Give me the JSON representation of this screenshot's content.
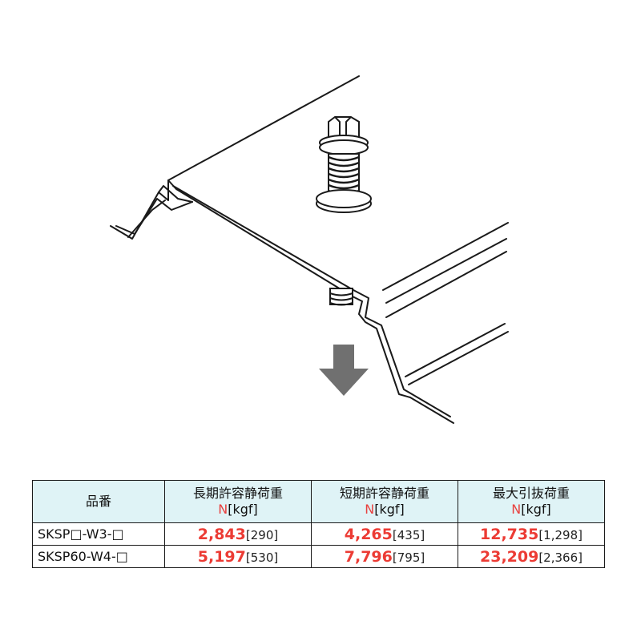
{
  "illustration": {
    "icons": [
      "roof-panel-icon",
      "bolt-icon",
      "down-arrow-icon"
    ],
    "colors": {
      "line": "#1a1a1a",
      "arrow": "#707070"
    }
  },
  "table": {
    "headers": {
      "part": "品番",
      "long_term": "長期許容静荷重",
      "short_term": "短期許容静荷重",
      "pullout": "最大引抜荷重",
      "unit_n": "N",
      "unit_kgf": "[kgf]"
    },
    "rows": [
      {
        "part": "SKSP□-W3-□",
        "long_n": "2,843",
        "long_kgf": "[290]",
        "short_n": "4,265",
        "short_kgf": "[435]",
        "pull_n": "12,735",
        "pull_kgf": "[1,298]"
      },
      {
        "part": "SKSP60-W4-□",
        "long_n": "5,197",
        "long_kgf": "[530]",
        "short_n": "7,796",
        "short_kgf": "[795]",
        "pull_n": "23,209",
        "pull_kgf": "[2,366]"
      }
    ],
    "colors": {
      "header_bg": "#dff3f6",
      "value_red": "#ec3b34",
      "border": "#1a1a1a"
    }
  }
}
